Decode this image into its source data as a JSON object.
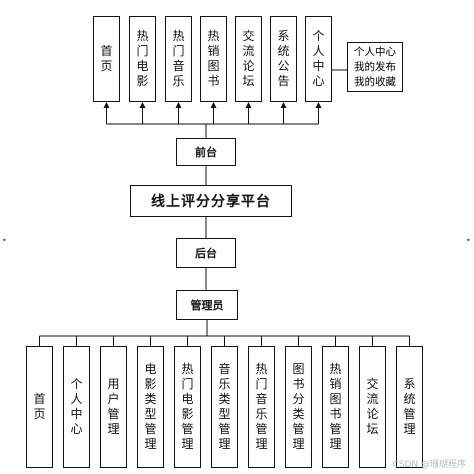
{
  "platform_title": "线上评分分享平台",
  "front_label": "前台",
  "back_label": "后台",
  "admin_label": "管理员",
  "front_modules": [
    "首页",
    "热门电影",
    "热门音乐",
    "热销图书",
    "交流论坛",
    "系统公告",
    "个人中心"
  ],
  "personal_center_note": [
    "个人中心",
    "我的发布",
    "我的收藏"
  ],
  "admin_modules": [
    "首页",
    "个人中心",
    "用户管理",
    "电影类型管理",
    "热门电影管理",
    "音乐类型管理",
    "热门音乐管理",
    "图书分类管理",
    "热销图书管理",
    "交流论坛",
    "系统管理"
  ],
  "watermark": "CSDN @珊瑚程序",
  "line_color": "#111111"
}
